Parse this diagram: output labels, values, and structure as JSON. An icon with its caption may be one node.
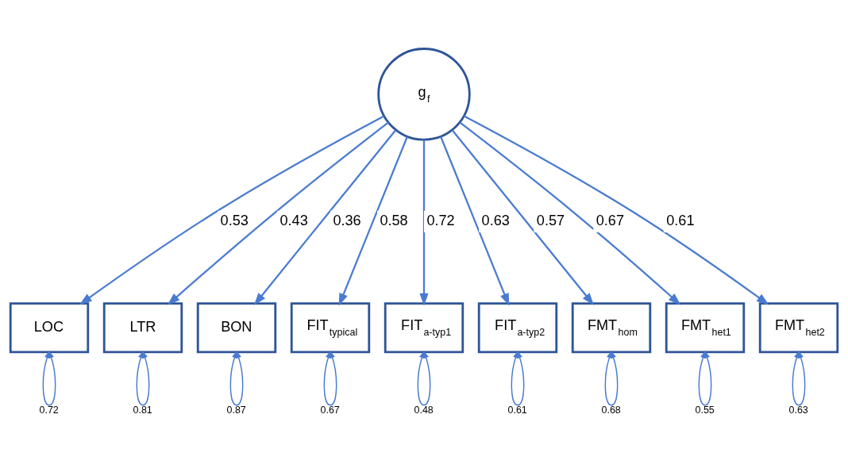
{
  "diagram": {
    "nodes": [
      {
        "text": [
          "g$_{f}$"
        ]
      },
      {
        "text": [
          "LOC"
        ]
      },
      {
        "text": [
          "LTR"
        ]
      },
      {
        "text": [
          "BON"
        ]
      },
      {
        "text": [
          "FIT$_{typical}$"
        ]
      },
      {
        "text": [
          "FIT$_{a-typ1}$"
        ]
      },
      {
        "text": [
          "FIT$_{a-typ2}$"
        ]
      },
      {
        "text": [
          "FMT$_{hom}$"
        ]
      },
      {
        "text": [
          "FMT$_{het1}$"
        ]
      },
      {
        "text": [
          "FMT$_{het2}$"
        ]
      }
    ],
    "edges": [
      {
        "from": 0,
        "to": 1,
        "arrow": "to",
        "label": "0.53"
      },
      {
        "from": 0,
        "to": 2,
        "arrow": "to",
        "label": "0.43"
      },
      {
        "from": 0,
        "to": 3,
        "arrow": "to",
        "label": "0.36"
      },
      {
        "from": 0,
        "to": 4,
        "arrow": "to",
        "label": "0.58"
      },
      {
        "from": 0,
        "to": 5,
        "arrow": "to",
        "label": "0.72"
      },
      {
        "from": 0,
        "to": 6,
        "arrow": "to",
        "label": "0.63"
      },
      {
        "from": 0,
        "to": 7,
        "arrow": "to",
        "label": "0.57"
      },
      {
        "from": 0,
        "to": 8,
        "arrow": "to",
        "label": "0.67"
      },
      {
        "from": 0,
        "to": 9,
        "arrow": "to",
        "label": "0.61"
      },
      {
        "from": 1,
        "to": 1,
        "arrow": "both",
        "label": "0.72"
      },
      {
        "from": 2,
        "to": 2,
        "arrow": "both",
        "label": "0.81"
      },
      {
        "from": 3,
        "to": 3,
        "arrow": "both",
        "label": "0.87"
      },
      {
        "from": 4,
        "to": 4,
        "arrow": "both",
        "label": "0.67"
      },
      {
        "from": 5,
        "to": 5,
        "arrow": "both",
        "label": "0.48"
      },
      {
        "from": 6,
        "to": 6,
        "arrow": "both",
        "label": "0.61"
      },
      {
        "from": 7,
        "to": 7,
        "arrow": "both",
        "label": "0.68"
      },
      {
        "from": 8,
        "to": 8,
        "arrow": "both",
        "label": "0.55"
      },
      {
        "from": 9,
        "to": 9,
        "arrow": "both",
        "label": "0.63"
      }
    ]
  }
}
